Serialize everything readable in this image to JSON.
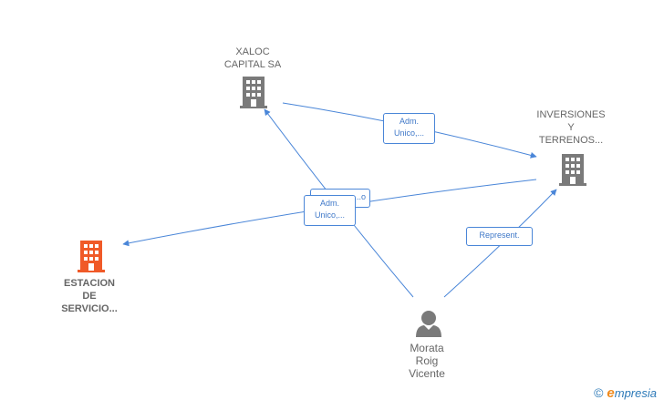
{
  "nodes": {
    "xaloc": {
      "label_lines": [
        "XALOC",
        "CAPITAL SA"
      ],
      "icon": "building-icon",
      "color": "#7a7a7a"
    },
    "inversiones": {
      "label_lines": [
        "INVERSIONES",
        "Y",
        "TERRENOS..."
      ],
      "icon": "building-icon",
      "color": "#7a7a7a"
    },
    "estacion": {
      "label_lines": [
        "ESTACION",
        "DE",
        "SERVICIO..."
      ],
      "icon": "building-icon",
      "color": "#f05a28"
    },
    "morata": {
      "label_lines": [
        "Morata",
        "Roig",
        "Vicente"
      ],
      "icon": "person-icon",
      "color": "#7a7a7a"
    }
  },
  "edges": {
    "xaloc_inversiones": {
      "label_lines": [
        "Adm.",
        "Unico,..."
      ]
    },
    "back_stack": {
      "label_lines": [
        "...o"
      ]
    },
    "front_stack": {
      "label_lines": [
        "Adm.",
        "Unico,..."
      ]
    },
    "morata_inversiones": {
      "label_lines": [
        "Represent."
      ]
    }
  },
  "colors": {
    "edge": "#4a86d8",
    "accent": "#f05a28"
  },
  "brand": {
    "copyright": "©",
    "e": "e",
    "rest": "mpresia"
  }
}
